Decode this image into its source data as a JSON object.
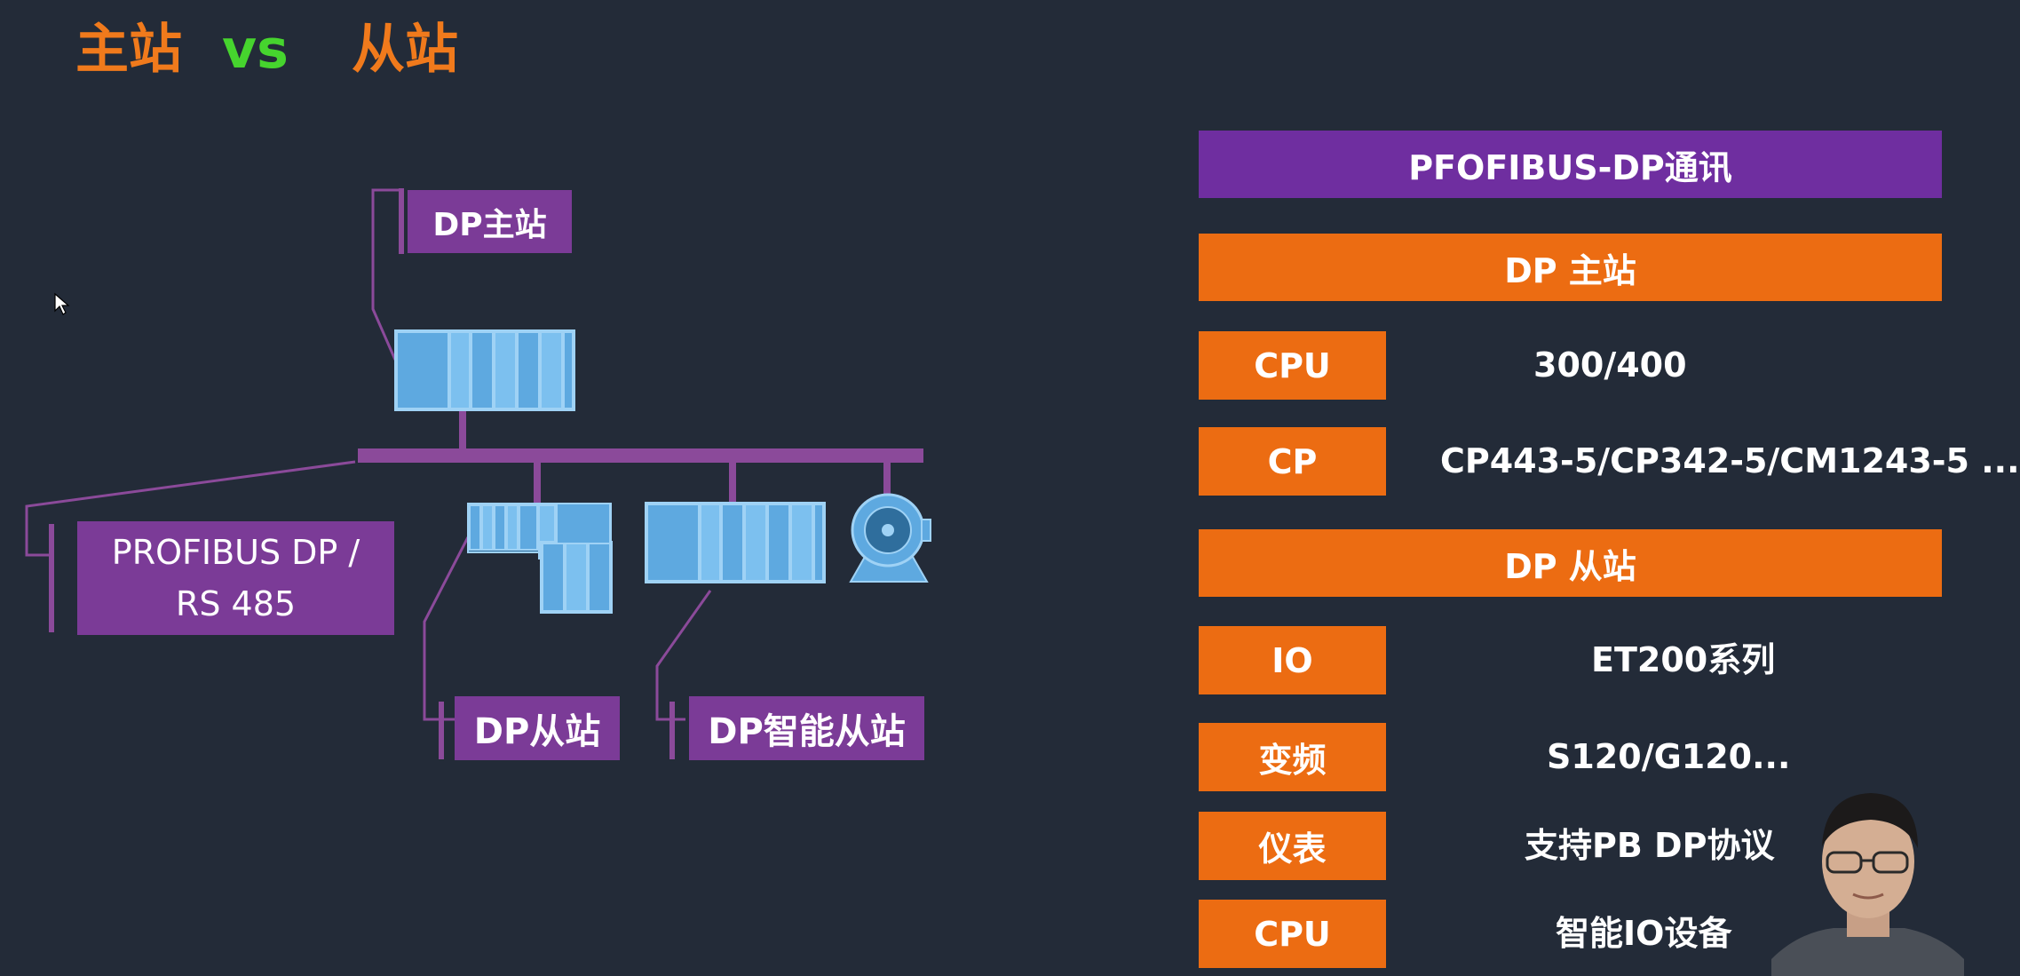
{
  "header": {
    "master": "主站",
    "vs": "vs",
    "slave": "从站"
  },
  "diagram": {
    "dp_master_label": "DP主站",
    "bus_label_line1": "PROFIBUS DP /",
    "bus_label_line2": "RS 485",
    "dp_slave_label": "DP从站",
    "dp_smart_slave_label": "DP智能从站",
    "bus_color": "#8b4a9a",
    "plc_color": "#6fb7ec",
    "device_icons": [
      "plc-master-icon",
      "et200-slave-icon",
      "plc-smart-slave-icon",
      "drive-motor-icon"
    ]
  },
  "table": {
    "title": "PFOFIBUS-DP通讯",
    "master_section": "DP 主站",
    "master_rows": [
      {
        "label": "CPU",
        "value": "300/400"
      },
      {
        "label": "CP",
        "value": "CP443-5/CP342-5/CM1243-5 ..."
      }
    ],
    "slave_section": "DP 从站",
    "slave_rows": [
      {
        "label": "IO",
        "value": "ET200系列"
      },
      {
        "label": "变频",
        "value": "S120/G120..."
      },
      {
        "label": "仪表",
        "value": "支持PB DP协议"
      },
      {
        "label": "CPU",
        "value": "智能IO设备"
      }
    ],
    "purple_color": "#6f2ea0",
    "orange_color": "#ec6c12"
  }
}
